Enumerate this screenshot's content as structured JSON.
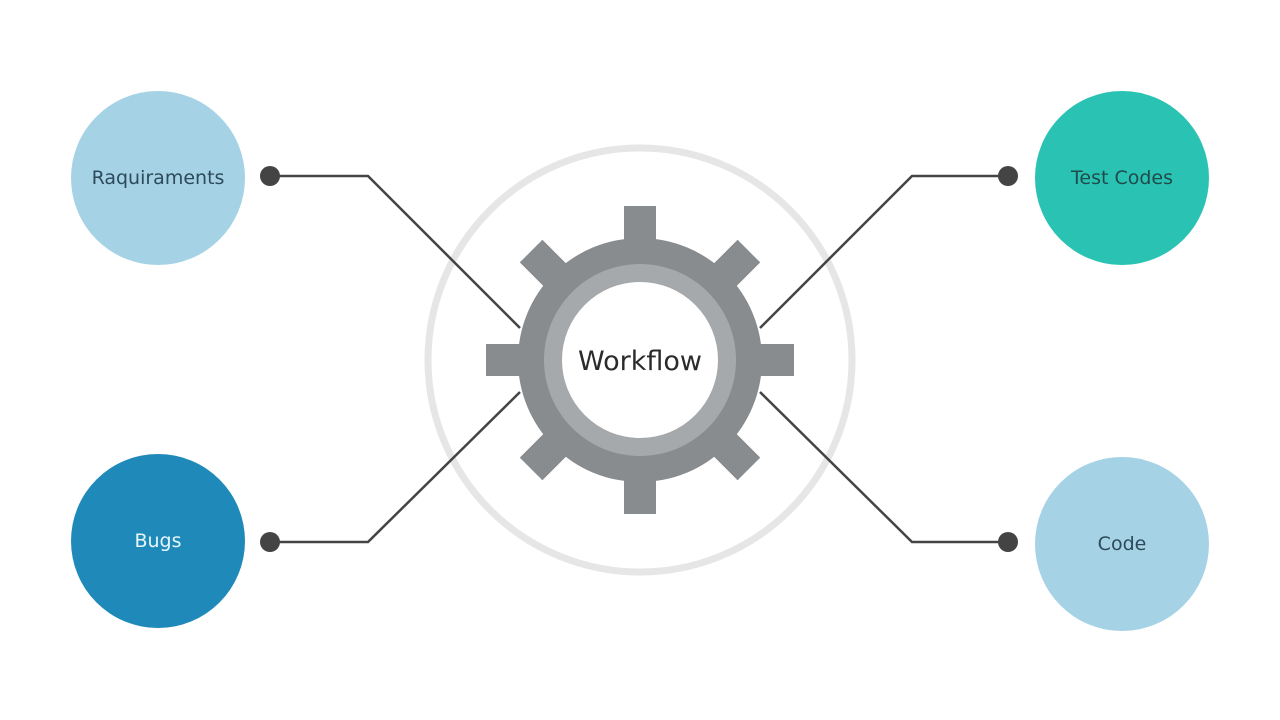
{
  "center": {
    "label": "Workflow",
    "icon": "gear-icon"
  },
  "nodes": {
    "requirements": "Raquiraments",
    "bugs": "Bugs",
    "test_cases": "Test Codes",
    "code": "Code"
  },
  "colors": {
    "light_blue": "#a5d3e5",
    "dark_blue": "#1f8ab9",
    "teal": "#2ac2b2",
    "gear": "#888c8e",
    "ring": "#e6e6e6",
    "connector": "#444444"
  }
}
